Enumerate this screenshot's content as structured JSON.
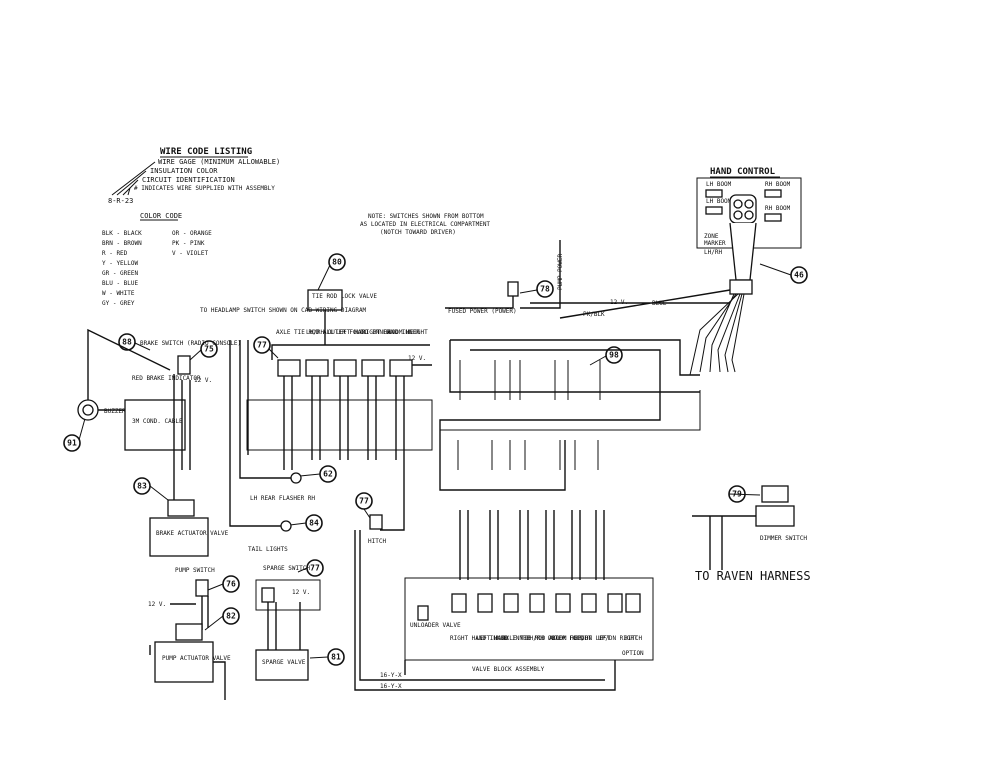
{
  "wire_code": {
    "title": "WIRE CODE LISTING",
    "line1": "WIRE GAGE (MINIMUM ALLOWABLE)",
    "line2": "INSULATION COLOR",
    "line3": "CIRCUIT IDENTIFICATION",
    "line4": "# INDICATES WIRE SUPPLIED WITH ASSEMBLY",
    "example": "8-R-23"
  },
  "color_code": {
    "title": "COLOR CODE",
    "left": [
      "BLK - BLACK",
      "BRN - BROWN",
      "R - RED",
      "Y - YELLOW",
      "GR - GREEN",
      "BLU - BLUE",
      "W - WHITE",
      "GY - GREY"
    ],
    "right": [
      "OR - ORANGE",
      "PK - PINK",
      "V - VIOLET"
    ]
  },
  "note": [
    "NOTE: SWITCHES SHOWN FROM BOTTOM",
    "AS LOCATED IN ELECTRICAL COMPARTMENT",
    "(NOTCH TOWARD DRIVER)"
  ],
  "hand_control": {
    "title": "HAND CONTROL",
    "lh_boom": "LH BOOM",
    "rh_boom": "RH BOOM",
    "lh_boom2": "LH BOOM",
    "rh_boom2": "RH BOOM",
    "zone": "ZONE",
    "marker": "MARKER",
    "lhrh": "LH/RH"
  },
  "callouts": [
    "80",
    "78",
    "46",
    "88",
    "75",
    "77",
    "98",
    "91",
    "83",
    "62",
    "84",
    "77",
    "79",
    "76",
    "77",
    "82",
    "81"
  ],
  "labels": {
    "tie_rod_lock": "TIE ROD LOCK VALVE",
    "headlamp": "TO HEADLAMP SWITCH SHOWN ON CAB WIRING DIAGRAM",
    "brake_switch": "BRAKE SWITCH (RADIO CONSOLE)",
    "red_brake": "RED BRAKE INDICATOR",
    "buzzer": "BUZZER",
    "cab_cable": "3M COND. CABLE",
    "brake_actuator": "BRAKE ACTUATOR VALVE",
    "rear_flasher": "LH  REAR FLASHER  RH",
    "tail_lights": "TAIL LIGHTS",
    "pump_switch": "PUMP SWITCH",
    "pump_actuator": "PUMP ACTUATOR VALVE",
    "sparge_switch": "SPARGE SWITCH",
    "sparge_valve": "SPARGE VALVE",
    "hitch": "HITCH",
    "fused_power": "FUSED POWER (POWER)",
    "pump_power": "PUMP POWER",
    "valve_block": "VALVE BLOCK ASSEMBLY",
    "unloader": "UNLOADER VALVE",
    "option": "OPTION",
    "raven": "TO RAVEN HARNESS",
    "dimmer": "DIMMER SWITCH",
    "v12": "12 V."
  },
  "switch_labels": [
    "AXLE TIE ROD ALL",
    "LH/RH OUTER FOLD",
    "LEFT HAND INNER",
    "RIGHT HAND INNER",
    "BOOM HEIGHT"
  ],
  "valve_labels": [
    "RIGHT HAND INNER",
    "LEFT HAND INNER",
    "AXLE TIE ROD ALL",
    "LH/RH OUTER FOLD",
    "BOOM HEIGHT",
    "UP/DN LEFT",
    "UP/DN RIGHT",
    "HITCH"
  ],
  "wire_tags": [
    "16-Y-X",
    "16-Y-X",
    "BLUE",
    "PK/BLK"
  ]
}
